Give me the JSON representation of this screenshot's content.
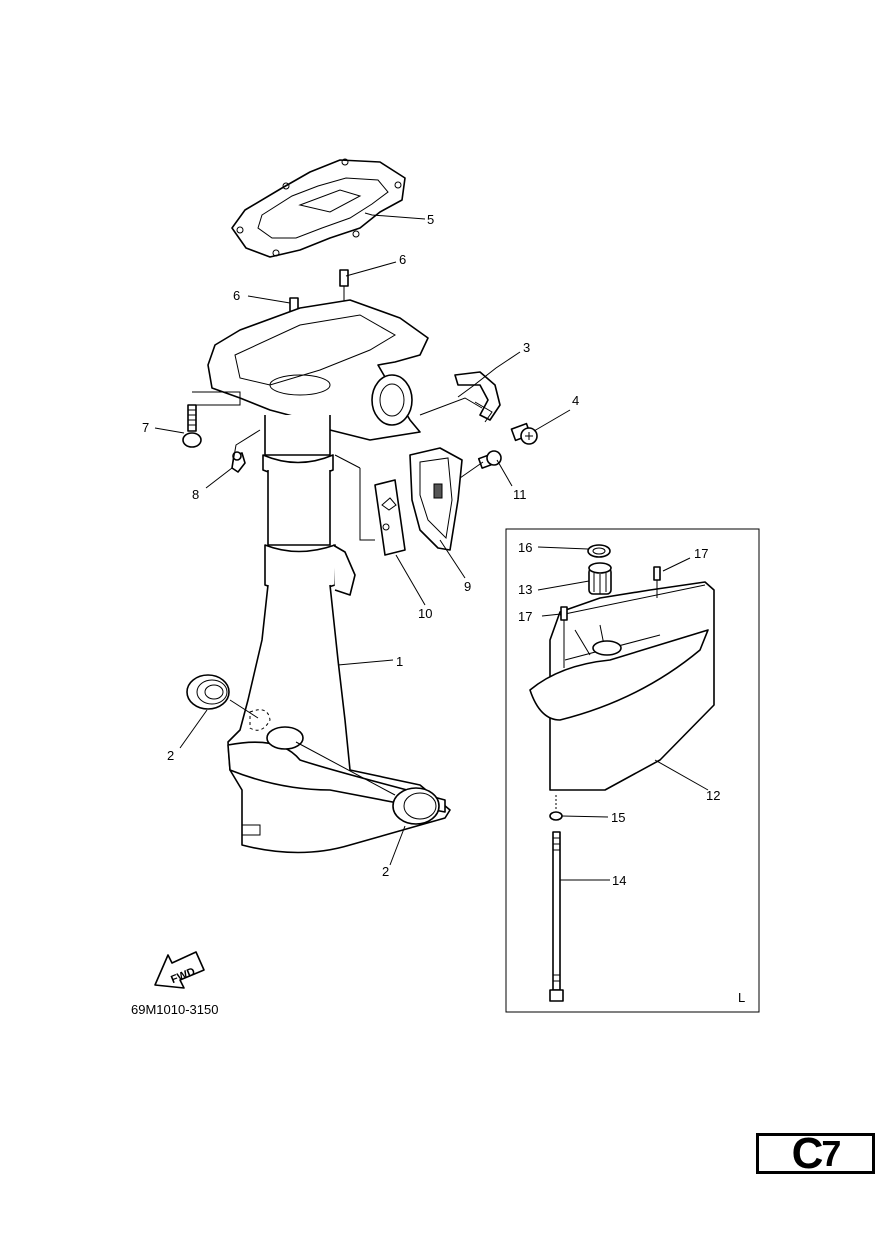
{
  "diagram": {
    "callouts": {
      "c1": "1",
      "c2a": "2",
      "c2b": "2",
      "c3": "3",
      "c4": "4",
      "c5": "5",
      "c6a": "6",
      "c6b": "6",
      "c7": "7",
      "c8": "8",
      "c9": "9",
      "c10": "10",
      "c11": "11",
      "c12": "12",
      "c13": "13",
      "c14": "14",
      "c15": "15",
      "c16": "16",
      "c17a": "17",
      "c17b": "17"
    },
    "inset_label": "L",
    "fwd_label": "FWD",
    "part_code": "69M1010-3150"
  },
  "page_badge": {
    "letter": "C",
    "number": "7"
  }
}
